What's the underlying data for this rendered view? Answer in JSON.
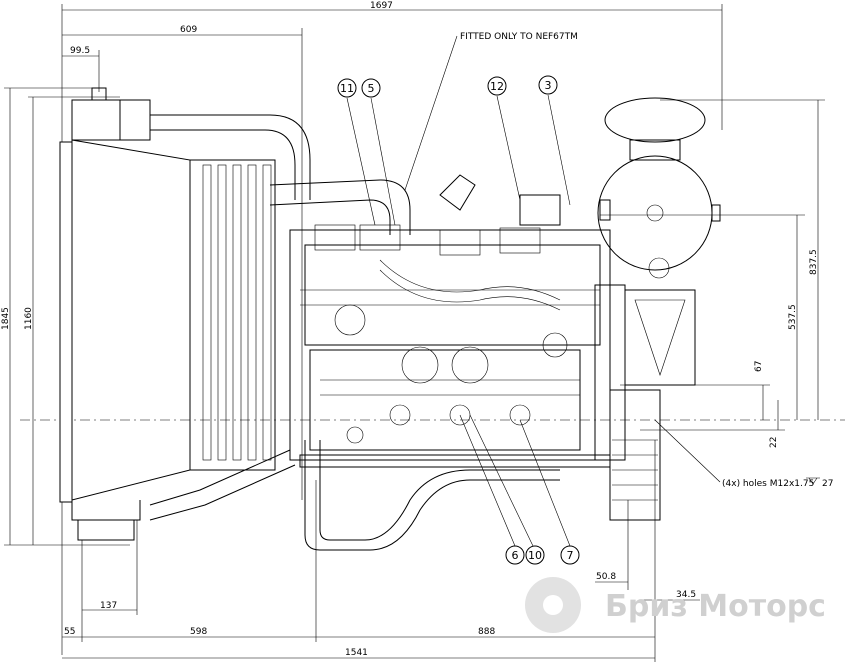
{
  "dimensions": {
    "overall_length": "1697",
    "radiator_offset": "609",
    "filler_offset": "99.5",
    "overall_height": "1845",
    "radiator_height": "1160",
    "air_filter_height": "837.5",
    "manifold_height": "537.5",
    "mount_height": "67",
    "mount_offset": "22",
    "foot_width": "137",
    "front_overhang": "55",
    "front_to_mount": "598",
    "mount_to_flywheel": "888",
    "base_length": "1541",
    "housing_offset": "50.8",
    "flange_offset": "34.5"
  },
  "notes": {
    "fitted_only": "FITTED ONLY TO NEF67TM",
    "holes": "(4x) holes M12x1.75",
    "depth": "27"
  },
  "callouts": [
    "11",
    "5",
    "12",
    "3",
    "6",
    "10",
    "7"
  ],
  "watermark": "Бриз Моторс"
}
